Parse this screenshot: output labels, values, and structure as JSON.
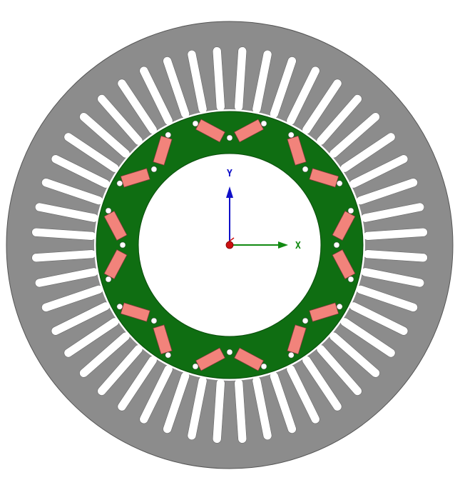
{
  "colors": {
    "background": "#ffffff",
    "stator": "#8c8c8c",
    "stator_edge": "#555555",
    "rotor": "#0f6e12",
    "rotor_edge": "#0a4d0c",
    "magnet": "#f2837b",
    "magnet_edge": "#7a3a36",
    "slot": "#ffffff",
    "axis_x": "#118a11",
    "axis_y": "#1010c8",
    "axis_z": "#cc1111"
  },
  "diagram": {
    "stator_slot_count": 48,
    "rotor_pole_count": 8,
    "magnets_per_pole": 2
  },
  "axes": {
    "x_label": "X",
    "y_label": "Y"
  },
  "icons": {
    "origin": "axis-origin-icon"
  }
}
